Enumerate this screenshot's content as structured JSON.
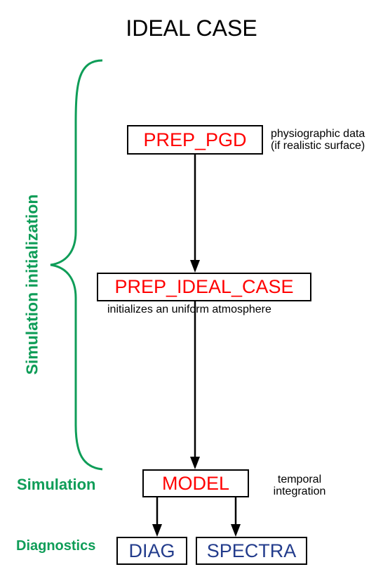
{
  "title": "IDEAL CASE",
  "boxes": {
    "prep_pgd": "PREP_PGD",
    "prep_ideal_case": "PREP_IDEAL_CASE",
    "model": "MODEL",
    "diag": "DIAG",
    "spectra": "SPECTRA"
  },
  "notes": {
    "physio_line1": "physiographic data",
    "physio_line2": "(if realistic surface)",
    "atmosphere": "initializes an uniform atmosphere",
    "temporal_line1": "temporal",
    "temporal_line2": "integration"
  },
  "stages": {
    "initialization": "Simulation initialization",
    "simulation": "Simulation",
    "diagnostics": "Diagnostics"
  },
  "colors": {
    "program": "#ff0000",
    "diagnostic_program": "#233c8c",
    "stage_label": "#0f9d58",
    "arrow": "#000000"
  }
}
